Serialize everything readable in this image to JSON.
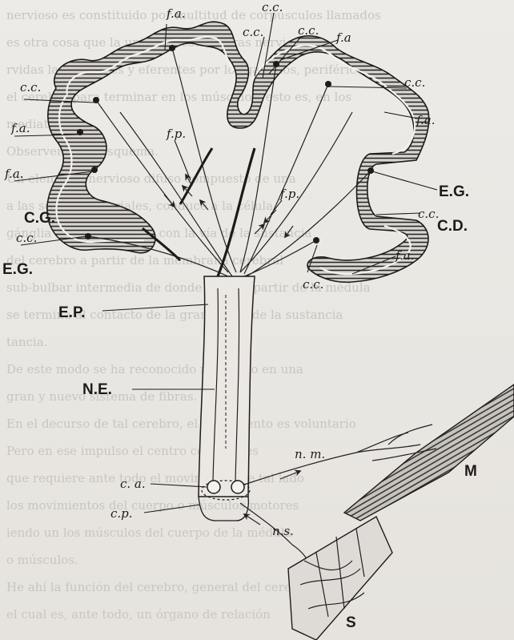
{
  "figure": {
    "background_lines": [
      "nervioso es constituido por multitud de corpúsculos llamados",
      "es otra cosa que la unión de estas fibras nerviosas;",
      "rvidas la afferentes y eferentes por los ganglios, periféricos",
      "el cerebro para terminar en los músculos, esto es, en los",
      "mediatos.",
      "Observemos el esquema.",
      "Un elemento nervioso difuso compuesto de una",
      "a las somas sensoriales, conduce a la célula",
      "gánglia que lo comunica con la vía de la sustancia",
      "del cerebro a partir de la membrana cerebral",
      "sub-bulbar intermedia de donde parte a partir de la médula",
      "se termina al contacto de la gran célula de la sustancia",
      "tancia.",
      "De este modo se ha reconocido rectilíneo en una",
      "gran y nuevo sistema de fibras.",
      "En el decurso de tal cerebro, el movimiento es voluntario",
      "Pero en ese impulso el centro cerebral es",
      "que requiere ante todo el movimiento de tal lado",
      "los movimientos del cuerpo o músculos motores",
      "iendo un los músculos del cuerpo de la médula",
      "o músculos.",
      "He ahí la función del cerebro, general del cerebro",
      "el cual es, ante todo, un órgano de relación"
    ],
    "labels": {
      "fa_top": "f.a.",
      "cc_top": "c.c.",
      "cc_top2": "c.c.",
      "cc_top3": "c.c.",
      "fa_top_right": "f.a",
      "cc_left": "c.c.",
      "fa_left1": "f.a.",
      "fa_left2": "f.a.",
      "cg": "C.G.",
      "cc_left2": "c.c.",
      "eg_left": "E.G.",
      "fp_left": "f.p.",
      "fp_right": "f.p.",
      "cc_right": "c.c.",
      "fa_right": "f.a.",
      "eg_right": "E.G.",
      "cc_right2": "c.c.",
      "cd": "C.D.",
      "fa_right2": "f.a.",
      "cc_bottom": "c.c.",
      "ep": "E.P.",
      "ne": "N.E.",
      "nm": "n. m.",
      "m": "M",
      "ca": "c. a.",
      "cp": "c.p.",
      "ns": "n.s.",
      "s": "S"
    }
  }
}
